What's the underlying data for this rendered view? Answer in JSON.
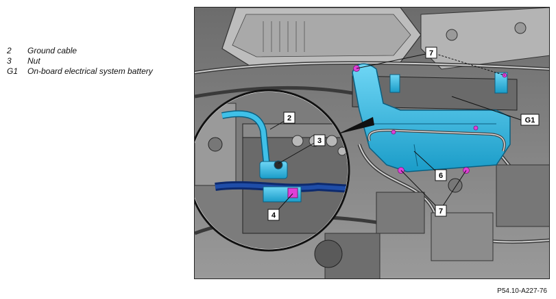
{
  "legend": [
    {
      "code": "2",
      "text": "Ground cable"
    },
    {
      "code": "3",
      "text": "Nut"
    },
    {
      "code": "G1",
      "text": "On-board electrical system battery"
    }
  ],
  "callouts": {
    "c2": "2",
    "c3": "3",
    "c4": "4",
    "c6": "6",
    "c7_top": "7",
    "c7_bottom": "7",
    "cG1": "G1"
  },
  "figure_ref": "P54.10-A227-76",
  "colors": {
    "highlight_blue": "#2fb6e0",
    "marker_magenta": "#e040d8",
    "engine_gray": "#8a8a8a"
  }
}
